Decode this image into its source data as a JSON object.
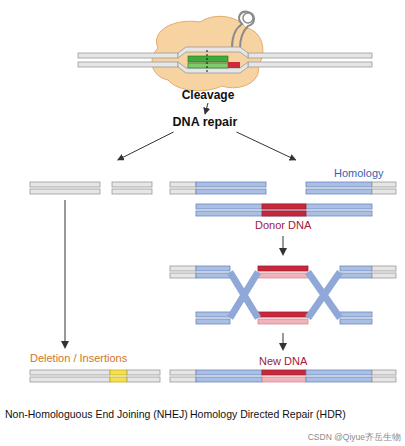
{
  "diagram": {
    "nodes": [
      {
        "text": [
          "Cleavage"
        ]
      },
      {
        "text": [
          "DNA repair"
        ]
      },
      {
        "text": [
          "Non-Homologuous End Joining (NHEJ)"
        ]
      },
      {
        "text": [
          "Homology Directed Repair (HDR)"
        ]
      }
    ],
    "edges": [
      {
        "from": 0,
        "to": 1,
        "arrow": "to"
      },
      {
        "from": 1,
        "to": 2,
        "arrow": "to"
      },
      {
        "from": 1,
        "to": 3,
        "arrow": "to"
      }
    ],
    "labels": [
      "Homology",
      "Donor DNA",
      "Deletion / Insertions",
      "New DNA",
      "CSDN @Qiyue齐岳生物"
    ]
  }
}
